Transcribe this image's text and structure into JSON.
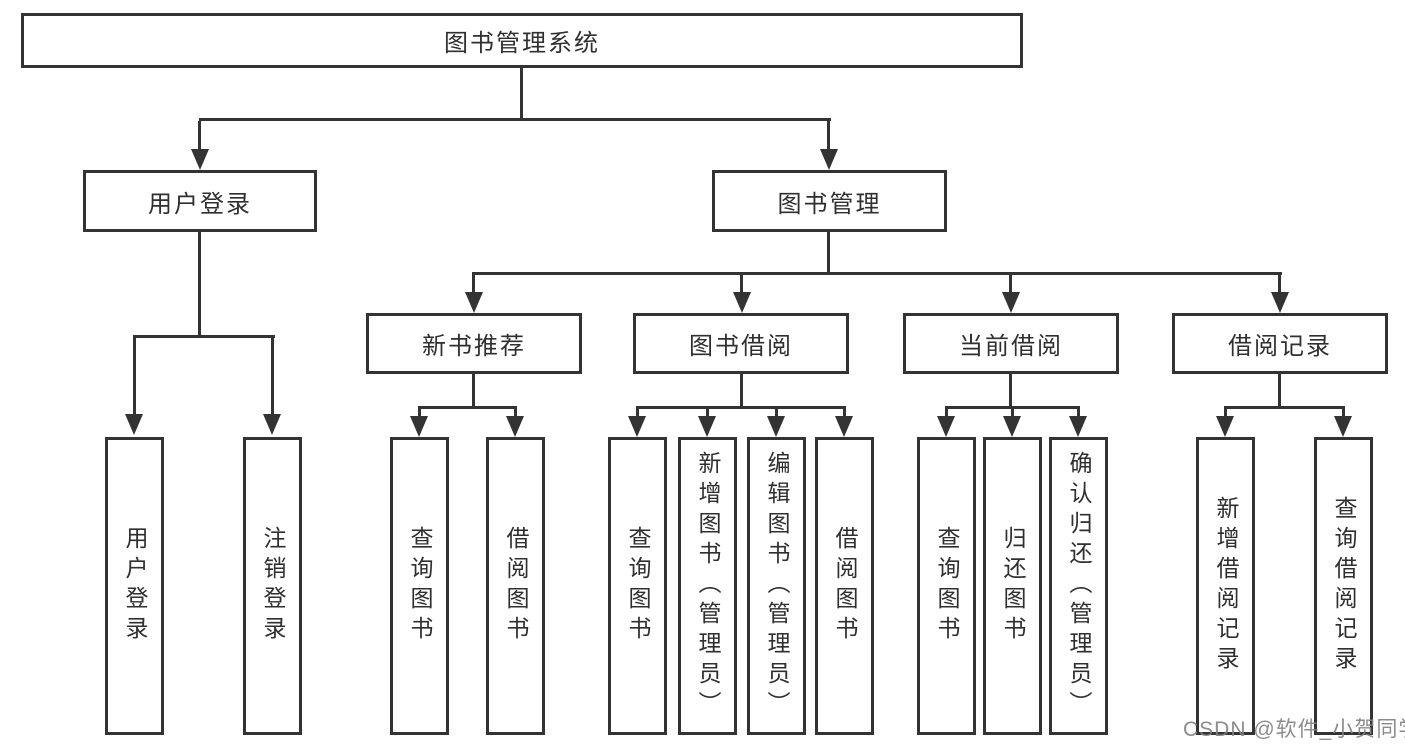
{
  "nodes": {
    "root": "图书管理系统",
    "level1": {
      "user_login": "用户登录",
      "book_management": "图书管理"
    },
    "level2": {
      "new_book_recommend": "新书推荐",
      "book_borrowing": "图书借阅",
      "current_borrowing": "当前借阅",
      "borrowing_records": "借阅记录"
    },
    "leaves": {
      "user_login": [
        "用户登录",
        "注销登录"
      ],
      "new_book_recommend": [
        "查询图书",
        "借阅图书"
      ],
      "book_borrowing": [
        "查询图书",
        "新增图书（管理员）",
        "编辑图书（管理员）",
        "借阅图书"
      ],
      "current_borrowing": [
        "查询图书",
        "归还图书",
        "确认归还（管理员）"
      ],
      "borrowing_records": [
        "新增借阅记录",
        "查询借阅记录"
      ]
    }
  },
  "watermark": "CSDN @软件_小贺同学",
  "colors": {
    "line": "#333333",
    "border": "#333333",
    "text": "#2f2f2f",
    "background": "#ffffff",
    "watermark": "#828282"
  }
}
